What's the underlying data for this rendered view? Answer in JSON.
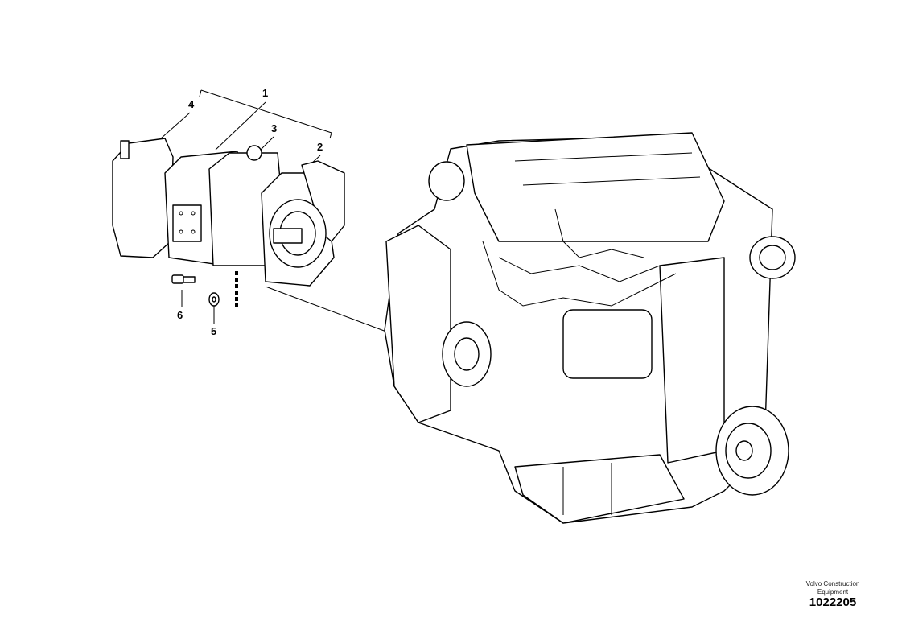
{
  "callouts": {
    "c1": "1",
    "c2": "2",
    "c3": "3",
    "c4": "4",
    "c5": "5",
    "c6": "6"
  },
  "footer": {
    "brand": "Volvo Construction Equipment",
    "illustration_number": "1022205"
  }
}
